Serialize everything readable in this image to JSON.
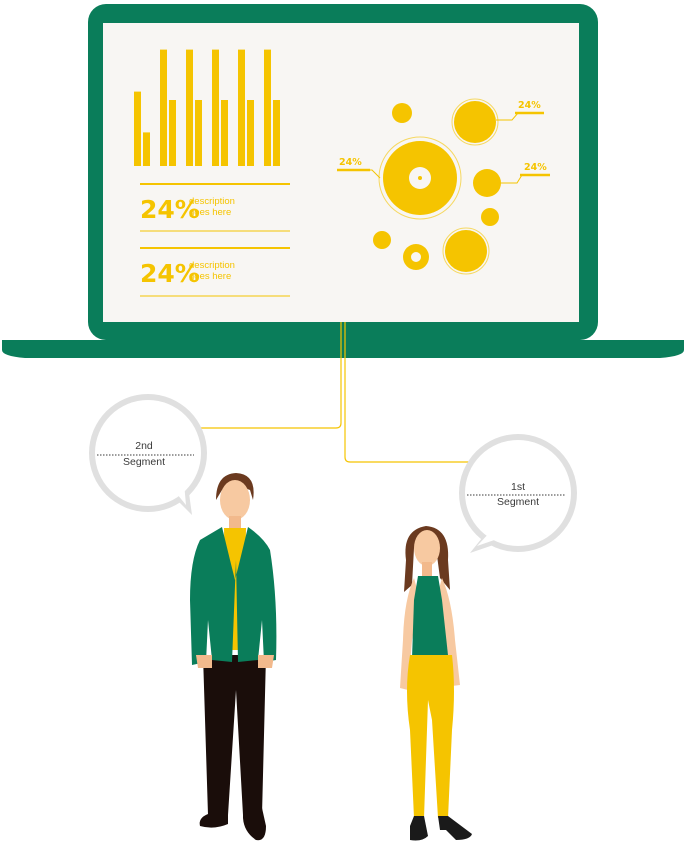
{
  "colors": {
    "green": "#0a7d5a",
    "yellow": "#f5c400",
    "screen": "#f8f6f3",
    "bubble_stroke": "#e0e0e0",
    "text_dark": "#3a3a3a"
  },
  "chart_data": [
    {
      "type": "bar",
      "series": [
        {
          "values": [
            0.62,
            0.28
          ]
        },
        {
          "values": [
            0.97,
            0.55
          ]
        },
        {
          "values": [
            0.97,
            0.55
          ]
        },
        {
          "values": [
            0.97,
            0.55
          ]
        },
        {
          "values": [
            0.97,
            0.55
          ]
        },
        {
          "values": [
            0.97,
            0.55
          ]
        }
      ],
      "ylim": [
        0,
        1
      ],
      "grid": false
    },
    {
      "type": "scatter",
      "labels": [
        "24%",
        "24%",
        "24%"
      ],
      "grid": false
    }
  ],
  "stats": [
    {
      "percent": "24%",
      "desc_line1": "description",
      "desc_line2": "goes here"
    },
    {
      "percent": "24%",
      "desc_line1": "description",
      "desc_line2": "goes here"
    }
  ],
  "segments": {
    "second": {
      "line1": "2nd",
      "line2": "Segment"
    },
    "first": {
      "line1": "1st",
      "line2": "Segment"
    }
  }
}
